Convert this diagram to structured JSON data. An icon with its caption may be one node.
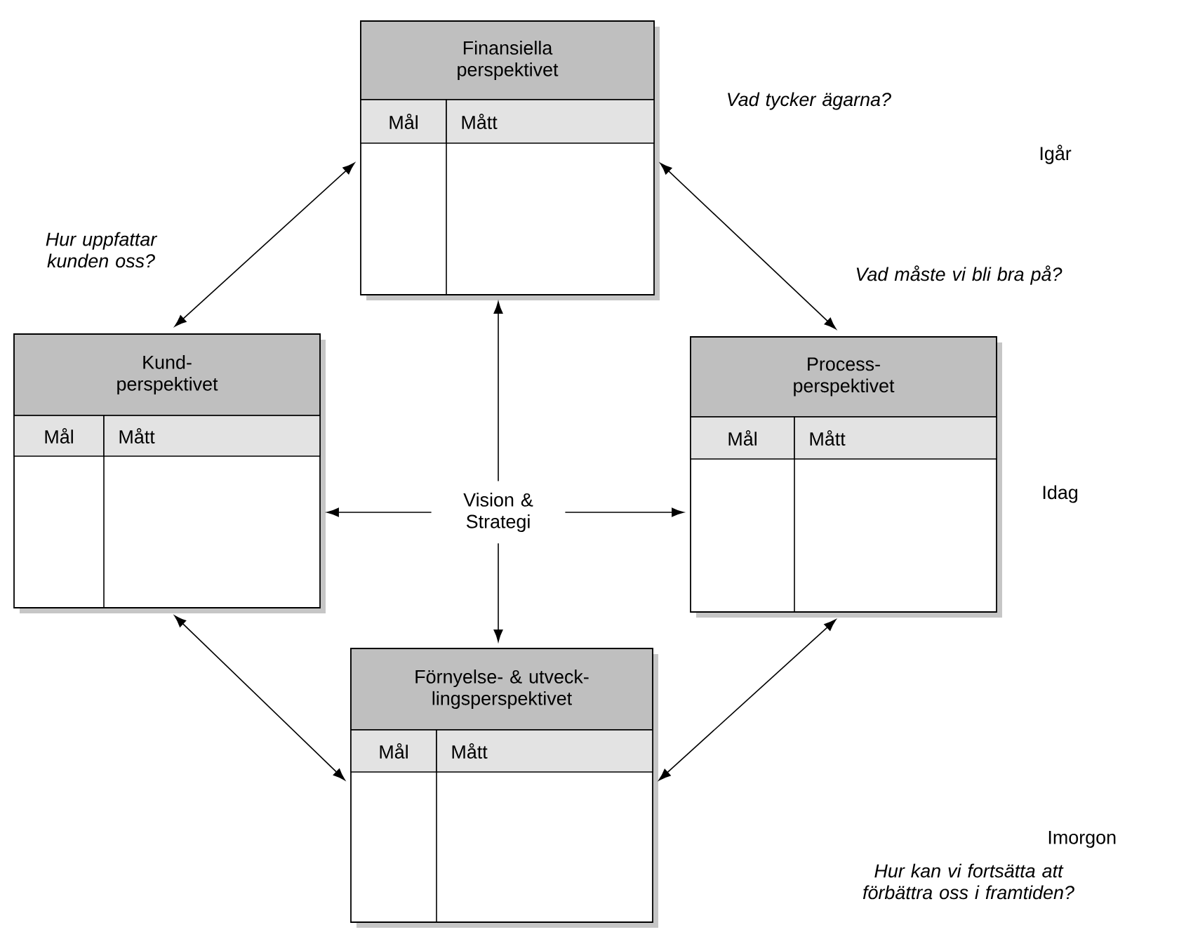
{
  "diagram": {
    "nodes": [
      {
        "text": [
          "Finansiella perspektivet",
          "Mål",
          "Mått"
        ],
        "beside": [
          "Vad tycker ägarna?"
        ]
      },
      {
        "text": [
          "Kund- perspektivet",
          "Mål",
          "Mått"
        ]
      },
      {
        "text": [
          "Vision & Strategi"
        ]
      },
      {
        "text": [
          "Process- perspektivet",
          "Mål",
          "Mått"
        ]
      },
      {
        "text": [
          "Förnyelse- & utveck- lingsperspektivet",
          "Mål",
          "Mått"
        ]
      }
    ],
    "edges": [
      {
        "from": 0,
        "to": 1,
        "arrow": "both",
        "label": "Hur uppfattar kunden oss?"
      },
      {
        "from": 0,
        "to": 3,
        "arrow": "both",
        "label": "Vad måste vi bli bra på?"
      },
      {
        "from": 1,
        "to": 4,
        "arrow": "both"
      },
      {
        "from": 3,
        "to": 4,
        "arrow": "both"
      },
      {
        "from": 2,
        "to": 0,
        "arrow": "to"
      },
      {
        "from": 2,
        "to": 1,
        "arrow": "to"
      },
      {
        "from": 2,
        "to": 3,
        "arrow": "to"
      },
      {
        "from": 2,
        "to": 4,
        "arrow": "to"
      }
    ],
    "labels": [
      "Igår",
      "Idag",
      "Imorgon",
      "Hur kan vi fortsätta att förbättra oss i framtiden?"
    ]
  }
}
